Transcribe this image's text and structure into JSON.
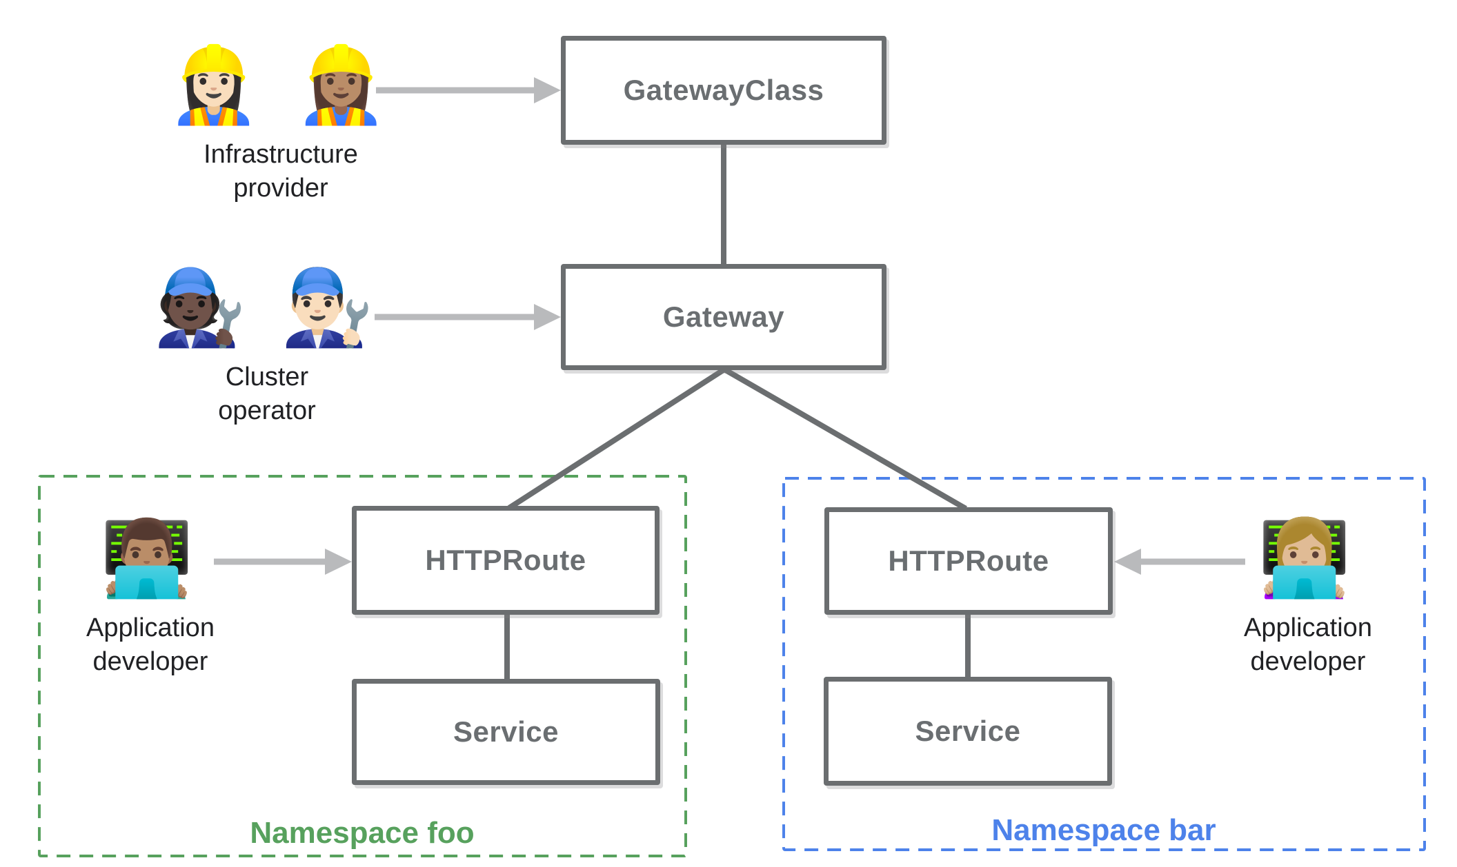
{
  "nodes": {
    "gatewayclass": {
      "label": "GatewayClass"
    },
    "gateway": {
      "label": "Gateway"
    },
    "httproute_foo": {
      "label": "HTTPRoute"
    },
    "service_foo": {
      "label": "Service"
    },
    "httproute_bar": {
      "label": "HTTPRoute"
    },
    "service_bar": {
      "label": "Service"
    }
  },
  "personas": {
    "infrastructure_provider": {
      "emojis": "👷🏻‍♀️ 👷🏽‍♀️",
      "label": "Infrastructure\nprovider"
    },
    "cluster_operator": {
      "emojis": "🧑🏿‍🔧 👨🏻‍🔧",
      "label": "Cluster\noperator"
    },
    "app_developer_foo": {
      "emojis": "👨🏽‍💻",
      "label": "Application\ndeveloper"
    },
    "app_developer_bar": {
      "emojis": "👩🏼‍💻",
      "label": "Application\ndeveloper"
    }
  },
  "namespaces": {
    "foo": {
      "label": "Namespace foo"
    },
    "bar": {
      "label": "Namespace bar"
    }
  },
  "colors": {
    "node_border": "#6b6e70",
    "node_text": "#6a6e71",
    "connector": "#6b6e70",
    "arrow": "#b9babc",
    "persona_text": "#202124",
    "namespace_foo": "#57a15d",
    "namespace_bar": "#4d82ea"
  }
}
